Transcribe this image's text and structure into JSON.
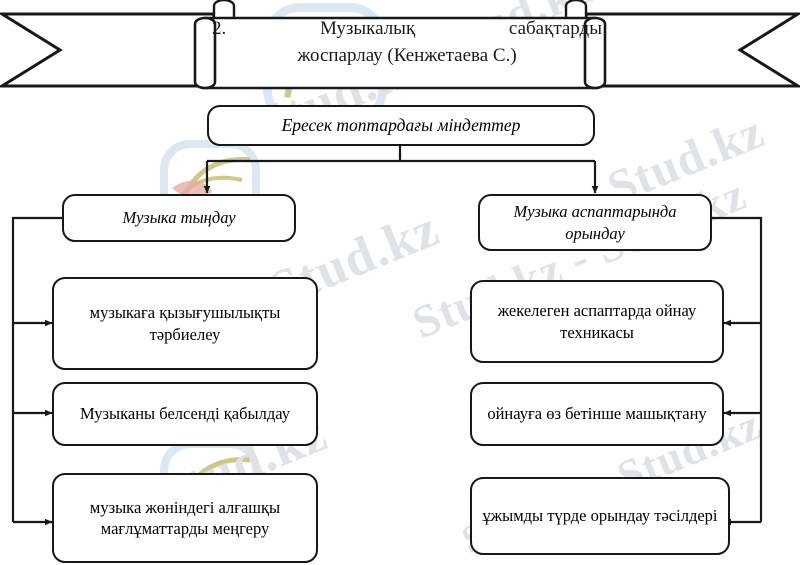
{
  "banner": {
    "title_number": "2.",
    "title_line1_a": "Музыкалық",
    "title_line1_b": "сабақтарды",
    "title_line2": "жоспарлау (Кенжетаева С.)",
    "full_title": "2.   Музыкалық сабақтарды жоспарлау (Кенжетаева С.)"
  },
  "subtitle": {
    "label": "Ересек топтардағы міндеттер"
  },
  "columns": [
    {
      "side": "left",
      "header": "Музыка тыңдау",
      "items": [
        "музыкаға қызығушылықты тәрбиелеу",
        "Музыканы белсенді қабылдау",
        "музыка жөніндегі алғашқы мағлұматтарды меңгеру"
      ]
    },
    {
      "side": "right",
      "header": "Музыка аспаптарында орындау",
      "items": [
        "жекелеген аспаптарда ойнау техникасы",
        "ойнауға өз бетінше машықтану",
        "ұжымды түрде орындау тәсілдері"
      ]
    }
  ],
  "watermark": {
    "text": "Stud.kz",
    "text_long": "Stud.kz - Stud.kz",
    "color": "#dfe2e6",
    "logo_blue": "#dbe8f2",
    "logo_olive": "#cfc88a",
    "logo_red": "#e8a9a2"
  },
  "style": {
    "line_color": "#17181a",
    "background": "#ffffff"
  }
}
